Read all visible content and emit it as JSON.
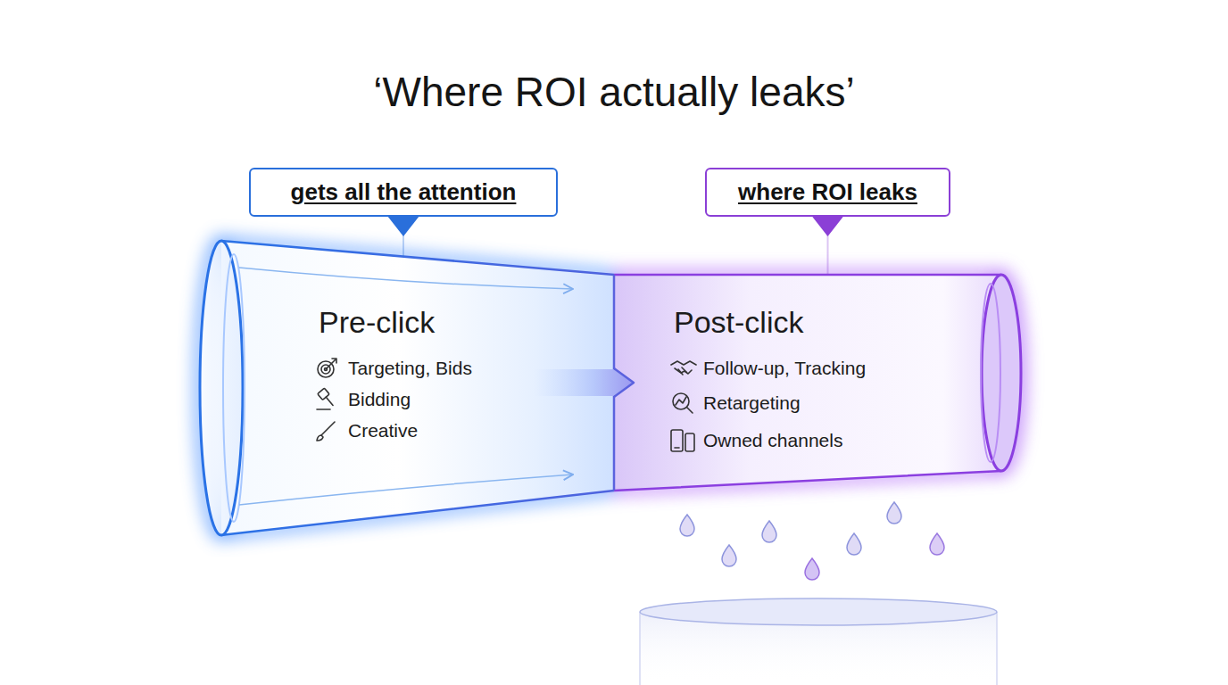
{
  "diagram": {
    "title": "‘Where ROI actually leaks’",
    "nodes": [
      {
        "text": [
          "gets all the attention"
        ]
      },
      {
        "text": [
          "where ROI leaks"
        ]
      },
      {
        "text": [
          "Pre-click",
          "Targeting, Bids",
          "Bidding",
          "Creative"
        ]
      },
      {
        "text": [
          "Post-click",
          "Follow-up, Tracking",
          "Retargeting",
          "Owned channels"
        ]
      }
    ],
    "edges": [
      {
        "from": 0,
        "to": 2,
        "arrow": "to"
      },
      {
        "from": 1,
        "to": 3,
        "arrow": "to"
      },
      {
        "from": 2,
        "to": 3,
        "arrow": "to"
      }
    ]
  }
}
